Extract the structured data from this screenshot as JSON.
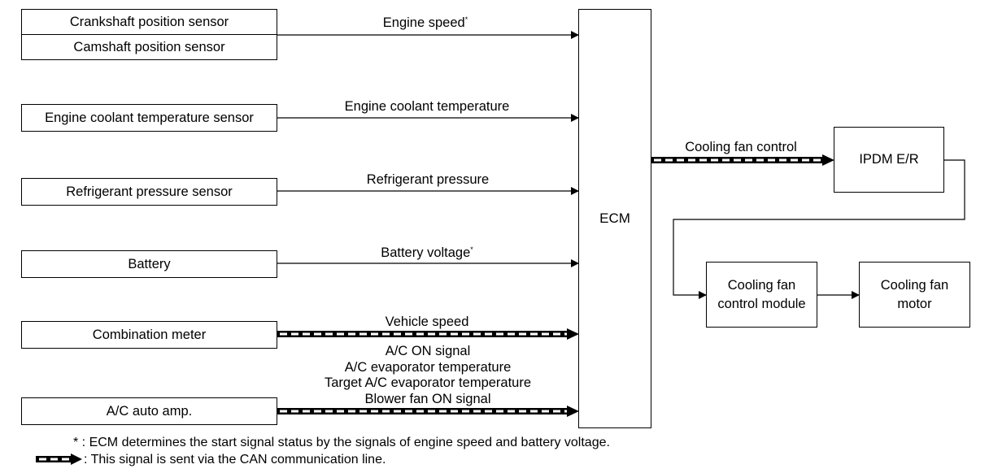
{
  "sensors": {
    "crankshaft": "Crankshaft position sensor",
    "camshaft": "Camshaft position sensor",
    "coolant": "Engine coolant temperature sensor",
    "refrigerant": "Refrigerant pressure sensor",
    "battery": "Battery",
    "combination_meter": "Combination meter",
    "ac_amp": "A/C auto amp."
  },
  "signals": {
    "engine_speed": "Engine speed",
    "engine_speed_mark": "*",
    "coolant_temp": "Engine coolant temperature",
    "refrigerant_pressure": "Refrigerant pressure",
    "battery_voltage": "Battery voltage",
    "battery_voltage_mark": "*",
    "vehicle_speed": "Vehicle speed",
    "ac_on": "A/C ON signal",
    "ac_evap_temp": "A/C evaporator temperature",
    "target_ac_evap_temp": "Target A/C evaporator temperature",
    "blower_fan_on": "Blower fan ON signal",
    "cooling_fan_control": "Cooling fan control"
  },
  "ecm": {
    "label": "ECM"
  },
  "outputs": {
    "ipdm": "IPDM E/R",
    "fan_control_module_line1": "Cooling fan",
    "fan_control_module_line2": "control module",
    "fan_motor_line1": "Cooling fan",
    "fan_motor_line2": "motor"
  },
  "legend": {
    "asterisk_symbol": "* :",
    "asterisk_note": "ECM determines the start signal status by the signals of engine speed and battery voltage.",
    "can_note": ": This signal is sent via the CAN communication line."
  }
}
